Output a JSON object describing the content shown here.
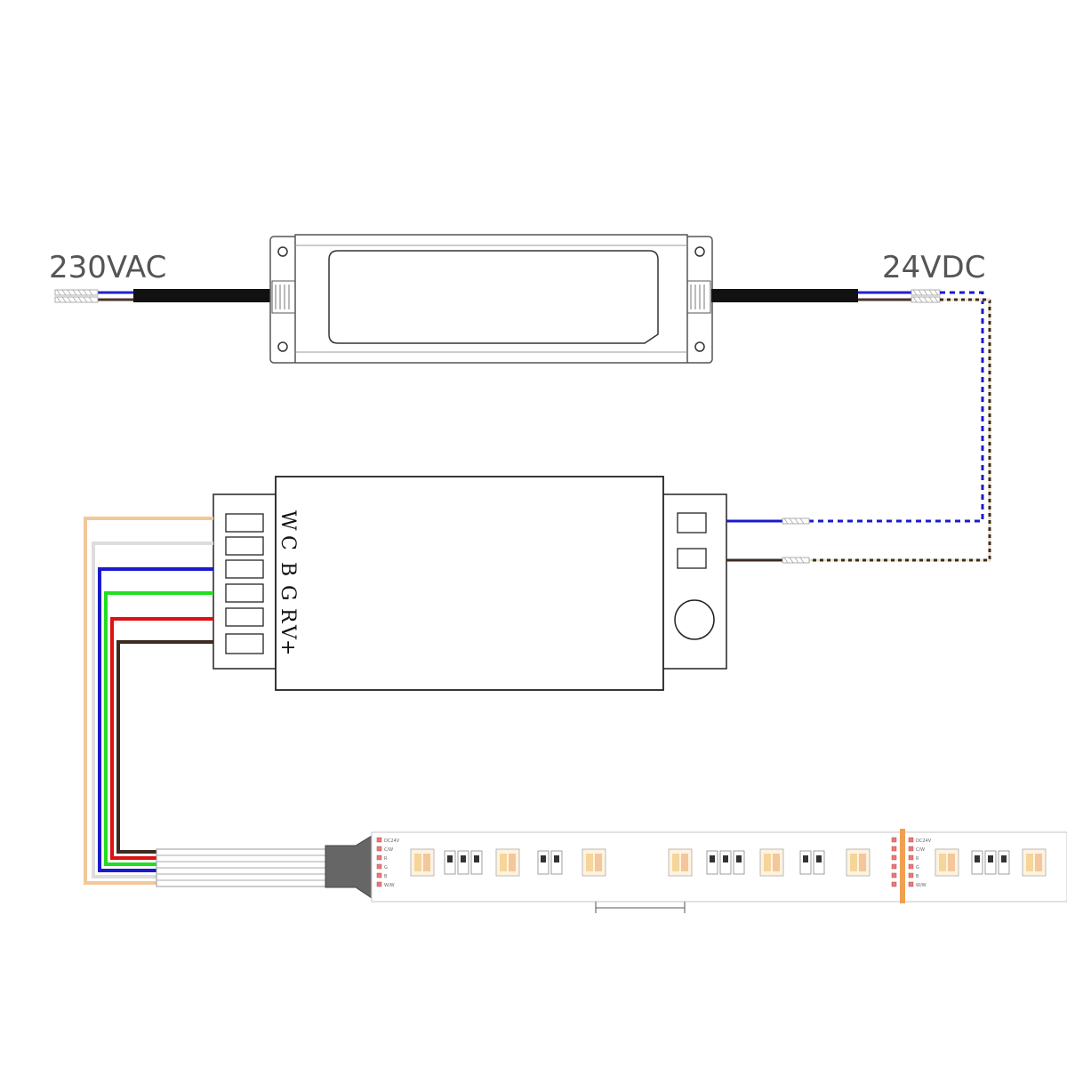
{
  "psu": {
    "input_label": "230VAC",
    "output_label": "24VDC"
  },
  "controller": {
    "output_terminals": [
      "W",
      "C",
      "B",
      "G",
      "R",
      "V+"
    ]
  },
  "wire_colors": {
    "warm_white": "#f2c79a",
    "cool_white": "#dddddd",
    "blue": "#1a1acc",
    "green": "#22dd22",
    "red": "#dd1111",
    "brown": "#3d2b22",
    "black": "#111111"
  },
  "strip": {
    "pad_labels_left": [
      "DC24V",
      "C/W",
      "R",
      "G",
      "B",
      "W/W"
    ],
    "pad_labels_right": [
      "DC24V",
      "C/W",
      "R",
      "G",
      "B",
      "W/W"
    ]
  }
}
